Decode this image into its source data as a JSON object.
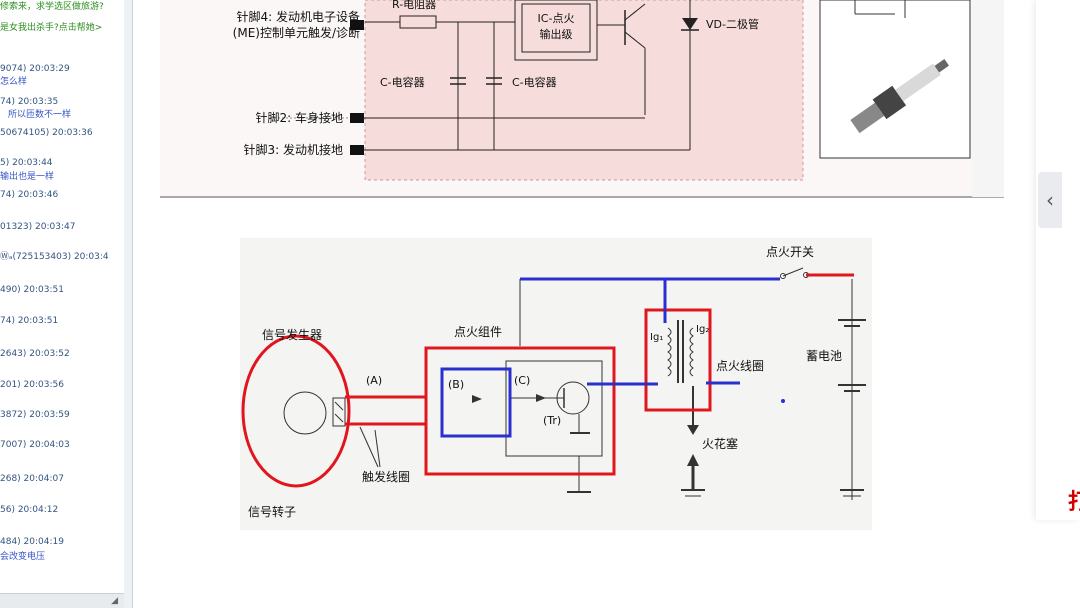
{
  "chat": {
    "lines": [
      {
        "text": "修索来，求学选区做旅游?",
        "kind": "msg"
      },
      {
        "text": "是女我出杀手?点击帮她>",
        "kind": "msg"
      },
      {
        "text": "9074) 20:03:29",
        "kind": "meta"
      },
      {
        "text": "怎么样",
        "kind": "blue"
      },
      {
        "text": "74) 20:03:35",
        "kind": "meta"
      },
      {
        "text": "所以匝数不一样",
        "kind": "blue"
      },
      {
        "text": "50674105) 20:03:36",
        "kind": "meta"
      },
      {
        "text": "5) 20:03:44",
        "kind": "meta"
      },
      {
        "text": "输出也是一样",
        "kind": "blue"
      },
      {
        "text": "74) 20:03:46",
        "kind": "meta"
      },
      {
        "text": "01323) 20:03:47",
        "kind": "meta"
      },
      {
        "text": "Ⓦₐ(725153403) 20:03:4",
        "kind": "meta"
      },
      {
        "text": "490) 20:03:51",
        "kind": "meta"
      },
      {
        "text": "74) 20:03:51",
        "kind": "meta"
      },
      {
        "text": "2643) 20:03:52",
        "kind": "meta"
      },
      {
        "text": "201) 20:03:56",
        "kind": "meta"
      },
      {
        "text": "3872) 20:03:59",
        "kind": "meta"
      },
      {
        "text": "7007) 20:04:03",
        "kind": "meta"
      },
      {
        "text": "268) 20:04:07",
        "kind": "meta"
      },
      {
        "text": "56) 20:04:12",
        "kind": "meta"
      },
      {
        "text": "484) 20:04:19",
        "kind": "meta"
      },
      {
        "text": "会改变电压",
        "kind": "blue"
      }
    ]
  },
  "diagram_top": {
    "pin4_line1": "针脚4: 发动机电子设备",
    "pin4_line2": "(ME)控制单元触发/诊断",
    "pin2": "针脚2: 车身接地",
    "pin3": "针脚3: 发动机接地",
    "resistor": "R-电阻器",
    "ic_line1": "IC-点火",
    "ic_line2": "输出级",
    "cap1": "C-电容器",
    "cap2": "C-电容器",
    "diode": "VD-二极管"
  },
  "diagram_bottom": {
    "signal_generator": "信号发生器",
    "signal_rotor": "信号转子",
    "trigger_coil": "触发线圈",
    "ignition_module": "点火组件",
    "label_a": "(A)",
    "label_b": "(B)",
    "label_c": "(C)",
    "label_tr": "(Tr)",
    "ignition_switch": "点火开关",
    "battery": "蓄电池",
    "ignition_coil": "点火线圈",
    "spark_plug": "火花塞",
    "ig1": "Ig₁",
    "ig2": "Ig₂"
  },
  "side": {
    "collapse_icon": "chevron-left-icon",
    "red_glyph": "打"
  },
  "colors": {
    "annot_red": "#e0161e",
    "annot_blue": "#2a2fd0",
    "doc_pink": "#f6dcda"
  }
}
